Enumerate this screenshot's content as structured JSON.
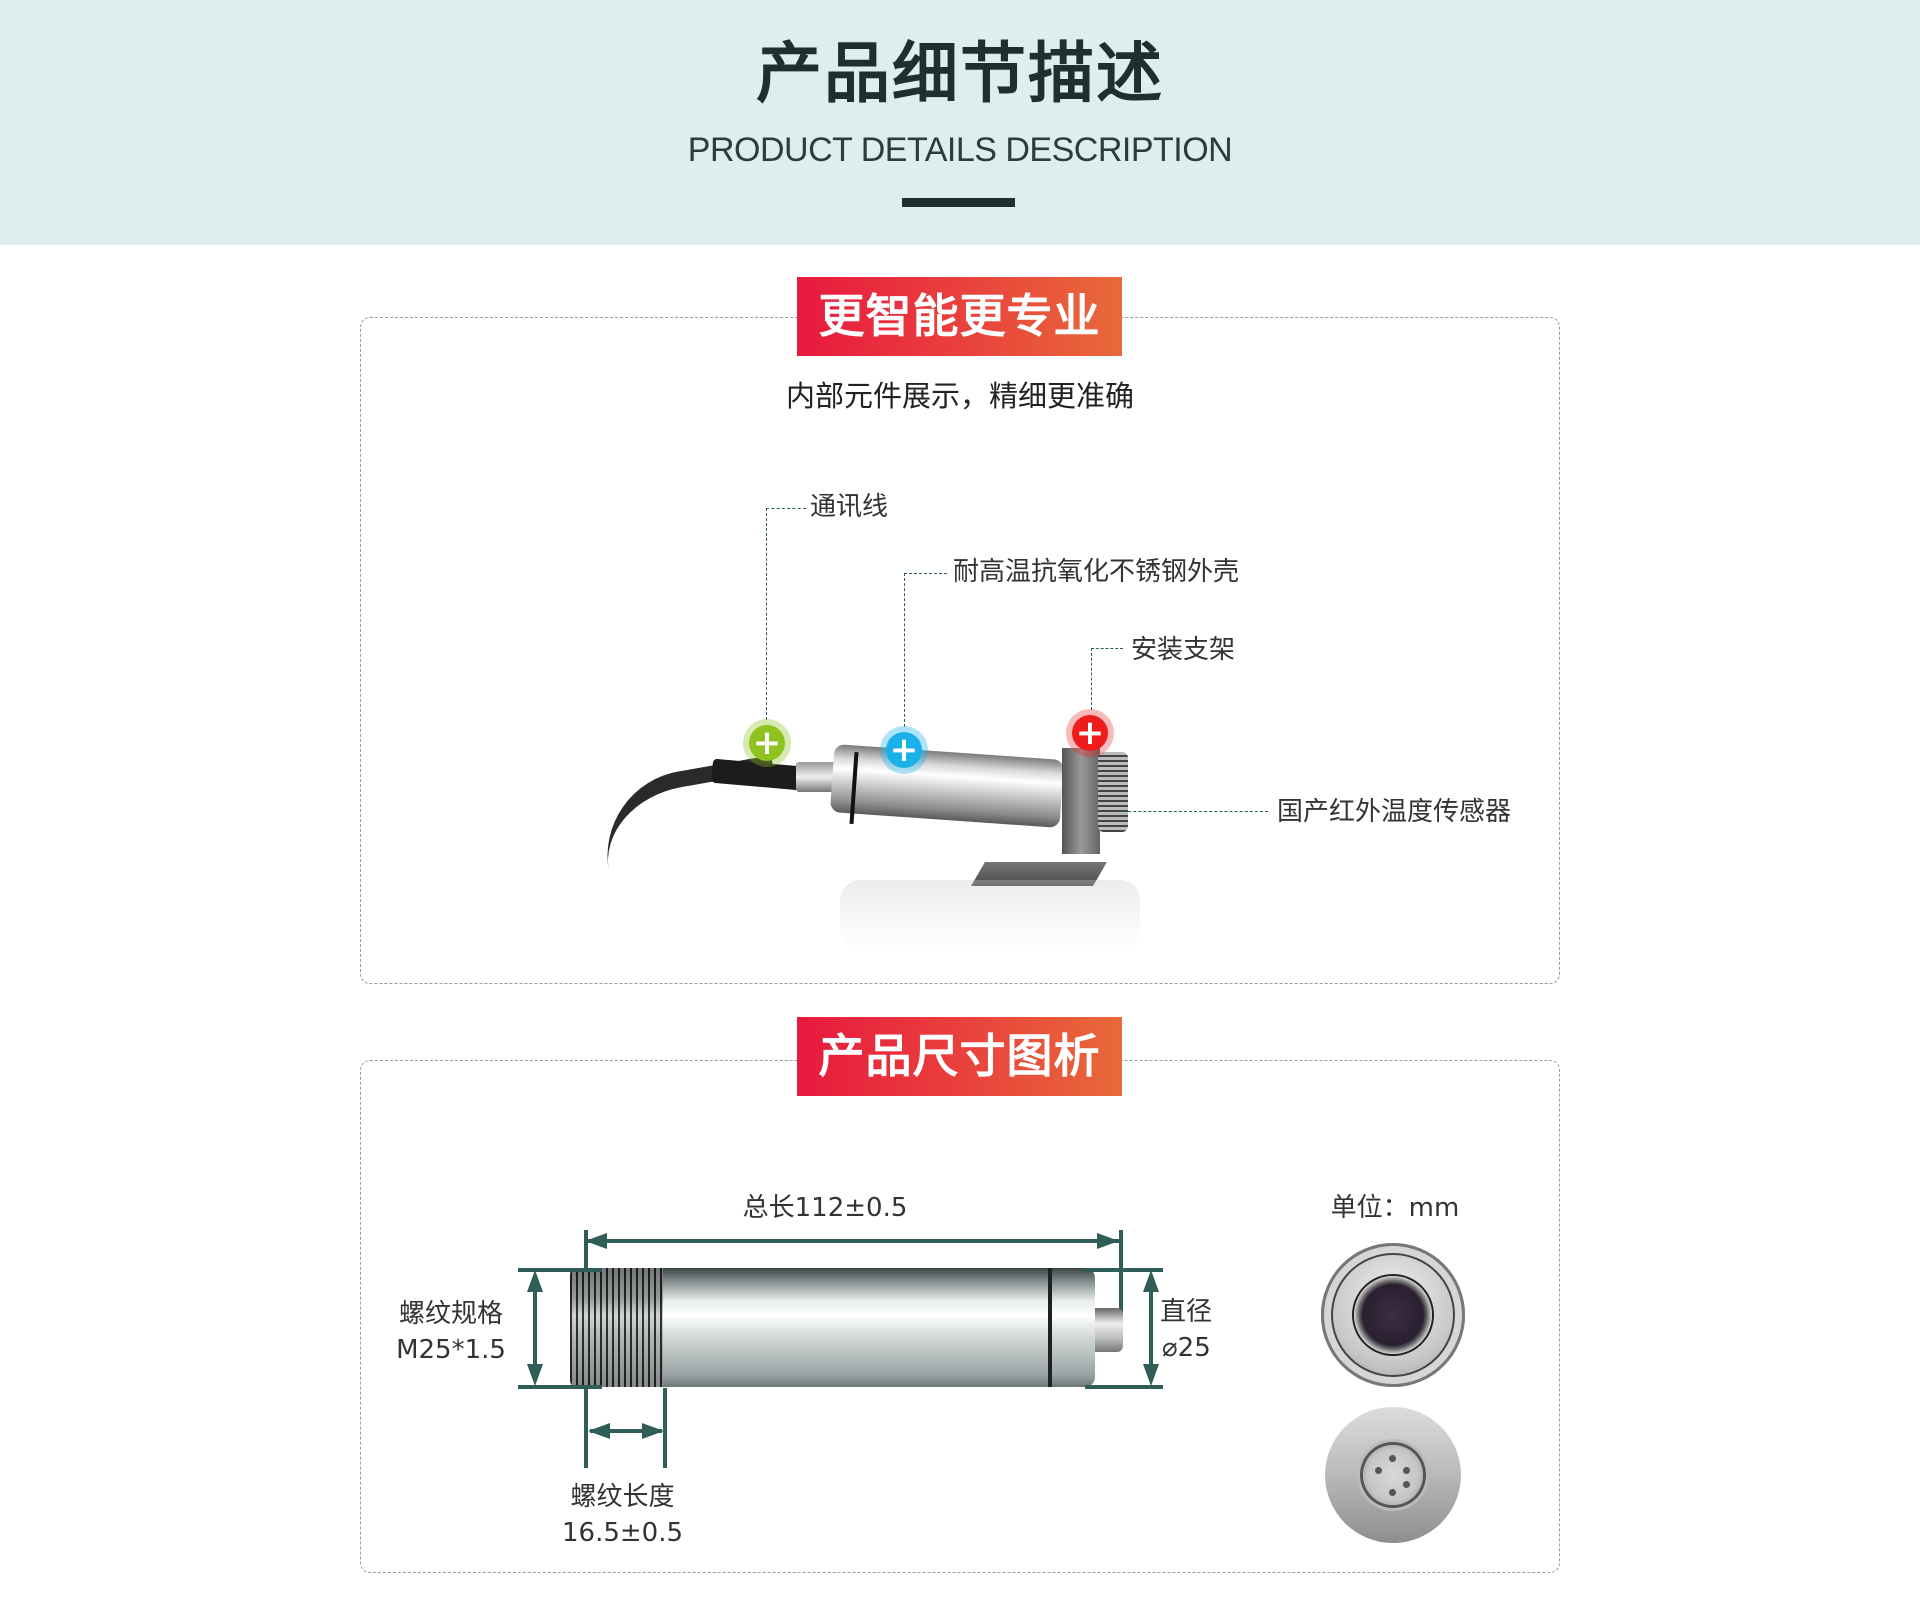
{
  "header": {
    "title": "产品细节描述",
    "subtitle": "PRODUCT DETAILS DESCRIPTION",
    "background_color": "#dceeed",
    "accent_color": "#1f2f2d"
  },
  "section1": {
    "badge": "更智能更专业",
    "subtitle": "内部元件展示，精细更准确",
    "callouts": [
      {
        "label": "通讯线",
        "marker_color": "#8dc21f"
      },
      {
        "label": "耐高温抗氧化不锈钢外壳",
        "marker_color": "#1ab0e8"
      },
      {
        "label": "安装支架",
        "marker_color": "#ee1c1c"
      },
      {
        "label": "国产红外温度传感器"
      }
    ],
    "marker_symbol": "+"
  },
  "section2": {
    "badge": "产品尺寸图析",
    "unit_label": "单位：mm",
    "dimensions": {
      "total_length": "总长112±0.5",
      "thread_spec_title": "螺纹规格",
      "thread_spec_value": "M25*1.5",
      "diameter_title": "直径",
      "diameter_value": "⌀25",
      "thread_length_title": "螺纹长度",
      "thread_length_value": "16.5±0.5"
    },
    "dimension_line_color": "#2f5d57"
  },
  "badge_gradient": [
    "#e8193f",
    "#e8693a"
  ]
}
